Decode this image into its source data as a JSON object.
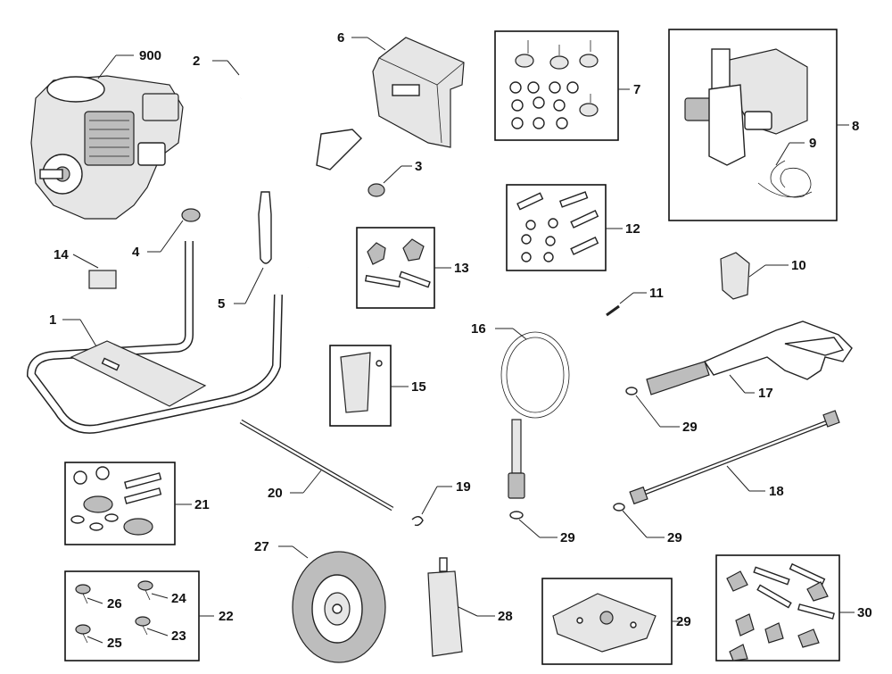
{
  "callouts": {
    "engine": "900",
    "handle": "2",
    "bracket": "6",
    "isolator_kit": "7",
    "pump_group": "8",
    "hose_coil": "9",
    "nut": "3",
    "cap": "4",
    "strap": "5",
    "decal": "14",
    "frame": "1",
    "knob_kit": "13",
    "bolt_kit": "12",
    "holder": "10",
    "pin": "11",
    "hp_hose": "16",
    "gun": "17",
    "oring_gun": "29",
    "panel": "15",
    "axle": "20",
    "clip": "19",
    "wand": "18",
    "oring_hose": "29",
    "oring_wand": "29",
    "foot_kit": "21",
    "wheel": "27",
    "bottle": "28",
    "plate_kit": "29",
    "nozzle_kit": "30",
    "screw_kit": "22",
    "screw_26": "26",
    "screw_24": "24",
    "screw_25": "25",
    "screw_23": "23"
  },
  "colors": {
    "line": "#222222",
    "fill_light": "#e6e6e6",
    "fill_dark": "#bdbdbd"
  }
}
